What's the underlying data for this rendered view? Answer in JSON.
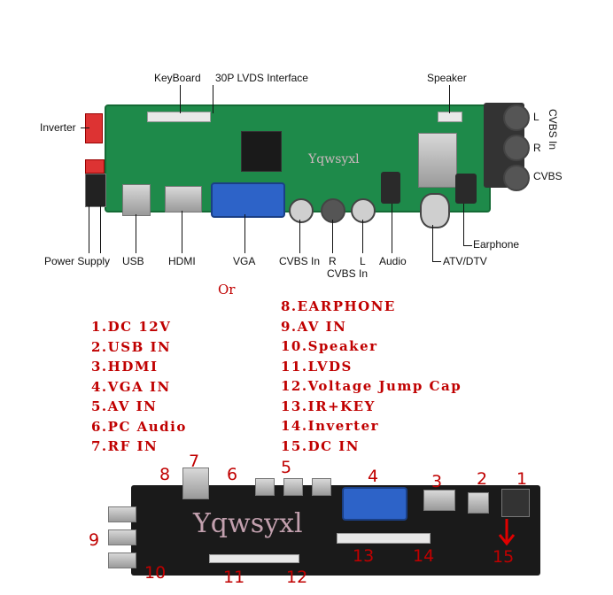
{
  "top_labels": {
    "keyboard": "KeyBoard",
    "lvds": "30P LVDS Interface",
    "speaker": "Speaker",
    "inverter": "Inverter",
    "l": "L",
    "r": "R",
    "cvbs_in_side": "CVBS In",
    "cvbs": "CVBS",
    "earphone": "Earphone",
    "power_supply": "Power Supply",
    "usb": "USB",
    "hdmi": "HDMI",
    "vga": "VGA",
    "cvbs_in": "CVBS In",
    "r_bottom": "R",
    "l_bottom": "L",
    "cvbs_in_under": "CVBS In",
    "audio": "Audio",
    "atv_dtv": "ATV/DTV",
    "watermark": "Yqwsyxl"
  },
  "or_text": "Or",
  "list_left": [
    "1.DC 12V",
    "2.USB IN",
    "3.HDMI",
    "4.VGA IN",
    "5.AV IN",
    "6.PC Audio",
    "7.RF IN"
  ],
  "list_right": [
    "8.EARPHONE",
    "9.AV IN",
    "10.Speaker",
    "11.LVDS",
    "12.Voltage Jump Cap",
    "13.IR+KEY",
    "14.Inverter",
    "15.DC IN"
  ],
  "numbers": [
    "1",
    "2",
    "3",
    "4",
    "5",
    "6",
    "7",
    "8",
    "9",
    "10",
    "11",
    "12",
    "13",
    "14",
    "15"
  ],
  "bottom_watermark": "Yqwsyxl",
  "colors": {
    "annotation_red": "#c00000",
    "pcb_green": "#1e8a4a",
    "pcb_black": "#1a1a1a",
    "vga_blue": "#2d63c8"
  }
}
